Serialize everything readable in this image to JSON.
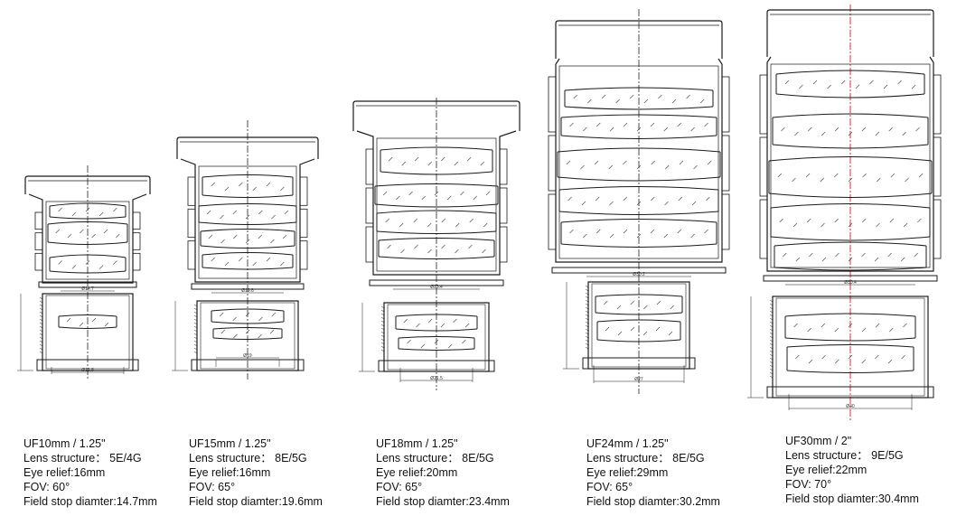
{
  "eyepieces": [
    {
      "name": "UF10mm / 1.25\"",
      "structure": "Lens structure：  5E/4G",
      "eye_relief": "Eye relief:16mm",
      "fov": "FOV: 60°",
      "field_stop": "Field stop diamter:14.7mm",
      "dims": [
        "Ø14.7",
        "Ø12.8"
      ]
    },
    {
      "name": "UF15mm / 1.25\"",
      "structure": "Lens structure：  8E/5G",
      "eye_relief": "Eye relief:16mm",
      "fov": "FOV: 65°",
      "field_stop": "Field stop diamter:19.6mm",
      "dims": [
        "Ø19.6",
        "Ø19"
      ]
    },
    {
      "name": "UF18mm / 1.25\"",
      "structure": "Lens structure：  8E/5G",
      "eye_relief": "Eye relief:20mm",
      "fov": "FOV: 65°",
      "field_stop": "Field stop diamter:23.4mm",
      "dims": [
        "Ø23.4",
        "Ø21.5"
      ]
    },
    {
      "name": "UF24mm / 1.25\"",
      "structure": "Lens structure：  8E/5G",
      "eye_relief": "Eye relief:29mm",
      "fov": "FOV: 65°",
      "field_stop": "Field stop diamter:30.2mm",
      "dims": [
        "Ø30.2",
        "Ø27"
      ]
    },
    {
      "name": "UF30mm /  2\"",
      "structure": "Lens structure：  9E/5G",
      "eye_relief": "Eye relief:22mm",
      "fov": "FOV: 70°",
      "field_stop": "Field stop diamter:30.4mm",
      "dims": [
        "Ø30.4",
        "Ø40"
      ]
    }
  ],
  "colors": {
    "line": "#1a1a1a",
    "hatch": "#444444",
    "axis": "#222222",
    "axis_highlight": "#d00000"
  }
}
